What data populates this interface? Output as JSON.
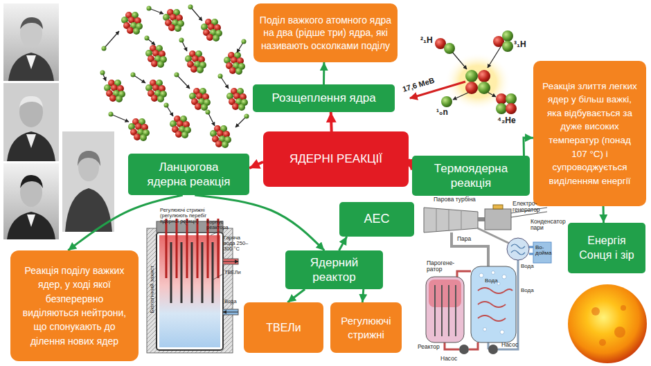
{
  "diagram": {
    "nodes": [
      {
        "text": [
          "Поділ важкого атомного ядра на два (рідше три) ядра, які називають осколками поділу"
        ]
      },
      {
        "text": [
          "Розщеплення ядра"
        ]
      },
      {
        "text": [
          "Реакція злиття легких ядер у більш важкі, яка відбувається за дуже високих температур (понад 107 °С) і супроводжується виділенням енергії"
        ]
      },
      {
        "text": [
          "ЯДЕРНІ РЕАКЦІЇ"
        ]
      },
      {
        "text": [
          "Ланцюгова ядерна реакція"
        ]
      },
      {
        "text": [
          "Термоядерна реакція"
        ]
      },
      {
        "text": [
          "АЕС"
        ]
      },
      {
        "text": [
          "Енергія Сонця і зір"
        ]
      },
      {
        "text": [
          "Ядерний реактор"
        ]
      },
      {
        "text": [
          "Реакція поділу важких ядер, у ході якої безперервно виділяються нейтрони, що спонукають до ділення нових ядер"
        ]
      },
      {
        "text": [
          "ТВЕЛи"
        ]
      },
      {
        "text": [
          "Регулюючі стрижні"
        ]
      }
    ],
    "edges": [
      {
        "from": 3,
        "to": 1,
        "arrow": "to"
      },
      {
        "from": 1,
        "to": 0,
        "arrow": "to"
      },
      {
        "from": 3,
        "to": 4,
        "arrow": "to"
      },
      {
        "from": 3,
        "to": 5,
        "arrow": "to"
      },
      {
        "from": 5,
        "to": 2,
        "arrow": "to"
      },
      {
        "from": 2,
        "to": 7,
        "arrow": "to"
      },
      {
        "from": 4,
        "to": 9,
        "arrow": "to"
      },
      {
        "from": 4,
        "to": 8,
        "arrow": "to"
      },
      {
        "from": 8,
        "to": 6,
        "arrow": "to"
      },
      {
        "from": 8,
        "to": 10,
        "arrow": "to"
      },
      {
        "from": 8,
        "to": 11,
        "arrow": "to"
      }
    ],
    "labels": [
      "17,6 МеВ",
      "²₁H",
      "³₁H",
      "¹₀n",
      "⁴₂He",
      "Регулюючі стрижні (регулюють перебіг ядерної реакції)",
      "Корпус реактора",
      "Гаряча вода 250–300 °С",
      "ТВЕЛи",
      "Вода",
      "Біологічний захист",
      "Парова турбіна",
      "Електро- генератор",
      "Конденсатор пари",
      "Пара",
      "Во- дойма",
      "Вода",
      "Парогене- ратор",
      "Вода",
      "Вода",
      "Реактор",
      "Насос",
      "Насос"
    ]
  }
}
